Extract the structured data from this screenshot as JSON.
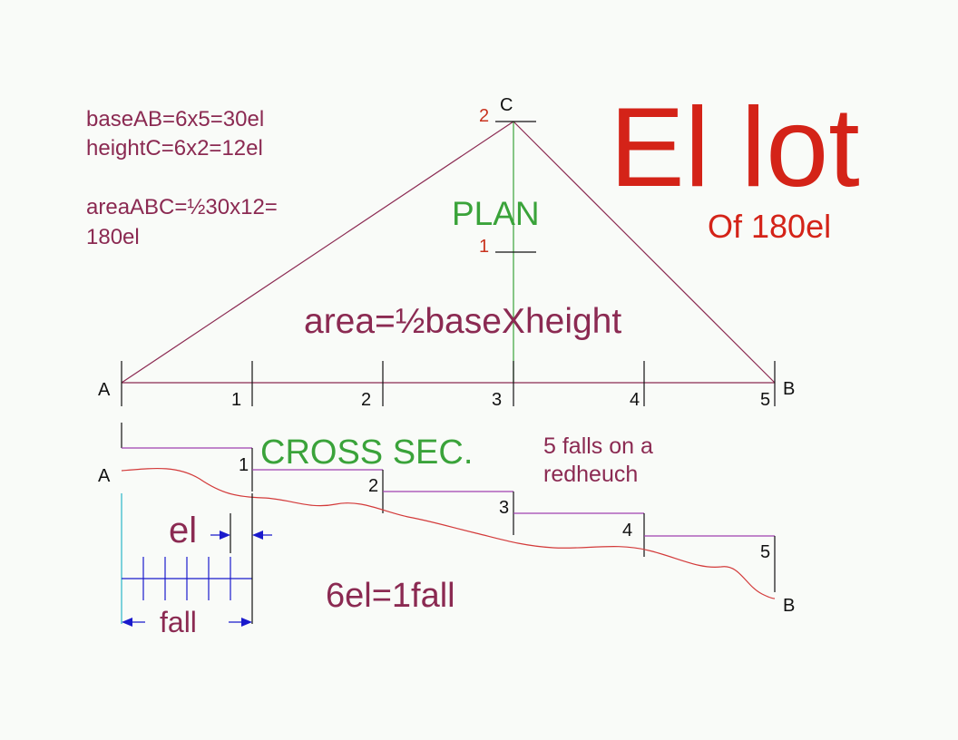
{
  "colors": {
    "background": "#f9fbf8",
    "maroon": "#8b2a52",
    "title_red": "#d42318",
    "red_label": "#c8321e",
    "green": "#3aa33a",
    "profile_red": "#d33a3a",
    "cyan": "#29b6c8",
    "arrow_blue": "#1a1acc",
    "black": "#111111"
  },
  "calc": {
    "line1": "baseAB=6x5=30el",
    "line2": "heightC=6x2=12el",
    "line3": "areaABC=½30x12=",
    "line4": "180el"
  },
  "title": {
    "main": "El lot",
    "sub": "Of 180el"
  },
  "plan": {
    "label": "PLAN",
    "formula": "area=½baseXheight",
    "vertex_c": "C",
    "vertex_a": "A",
    "vertex_b": "B",
    "height_top": "2",
    "height_bottom": "1",
    "ticks": [
      "1",
      "2",
      "3",
      "4",
      "5"
    ]
  },
  "cross_section": {
    "label": "CROSS SEC.",
    "note_line1": "5 falls on a",
    "note_line2": "redheuch",
    "point_a": "A",
    "point_b": "B",
    "steps": [
      "1",
      "2",
      "3",
      "4",
      "5"
    ]
  },
  "measure": {
    "el_label": "el",
    "fall_label": "fall",
    "equation": "6el=1fall"
  }
}
